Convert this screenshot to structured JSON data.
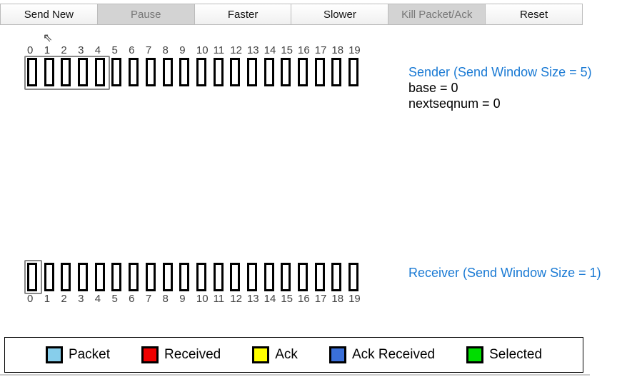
{
  "toolbar": {
    "buttons": [
      {
        "label": "Send New",
        "disabled": false
      },
      {
        "label": "Pause",
        "disabled": true
      },
      {
        "label": "Faster",
        "disabled": false
      },
      {
        "label": "Slower",
        "disabled": false
      },
      {
        "label": "Kill Packet/Ack",
        "disabled": true
      },
      {
        "label": "Reset",
        "disabled": false
      }
    ]
  },
  "sender": {
    "title": "Sender (Send Window Size = 5)",
    "base": "base = 0",
    "nextseqnum": "nextseqnum = 0",
    "window_start": 0,
    "window_size": 5
  },
  "receiver": {
    "title": "Receiver (Send Window Size = 1)",
    "window_start": 0,
    "window_size": 1
  },
  "seq_numbers": [
    "0",
    "1",
    "2",
    "3",
    "4",
    "5",
    "6",
    "7",
    "8",
    "9",
    "10",
    "11",
    "12",
    "13",
    "14",
    "15",
    "16",
    "17",
    "18",
    "19"
  ],
  "legend": [
    {
      "label": "Packet",
      "color": "#87ceeb"
    },
    {
      "label": "Received",
      "color": "#ee0000"
    },
    {
      "label": "Ack",
      "color": "#ffff00"
    },
    {
      "label": "Ack Received",
      "color": "#3a6fd8"
    },
    {
      "label": "Selected",
      "color": "#00dd00"
    }
  ]
}
